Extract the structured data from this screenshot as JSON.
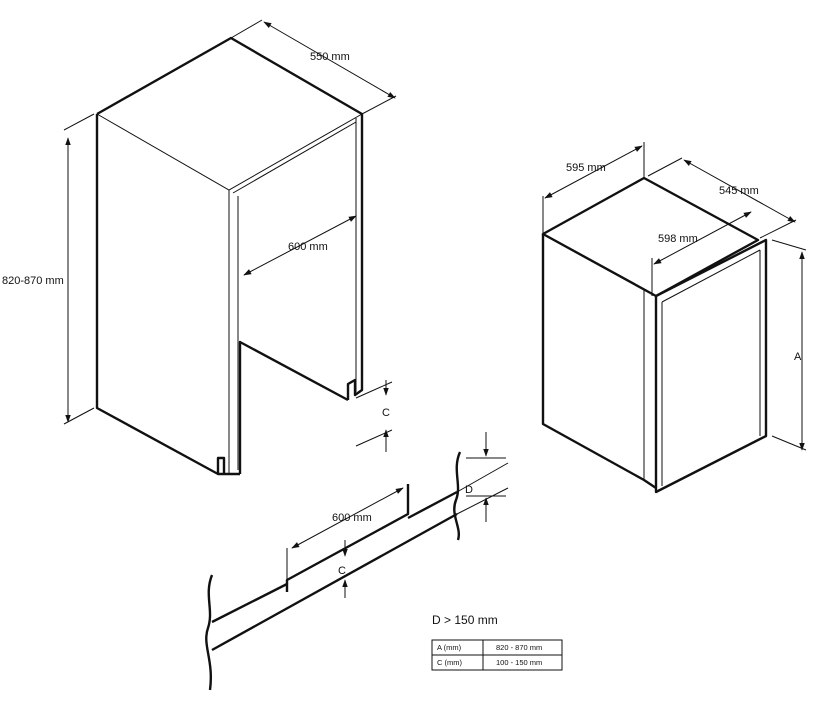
{
  "dimensions": {
    "niche_depth": "550 mm",
    "niche_height": "820-870 mm",
    "niche_width": "600 mm",
    "plinth_gap": "C",
    "appliance_width": "595 mm",
    "appliance_depth": "545 mm",
    "door_width": "598 mm",
    "appliance_height": "A",
    "plinth_cutout_width": "600 mm",
    "plinth_cutout_gap": "C",
    "plinth_depth": "D"
  },
  "condition": "D > 150 mm",
  "table": {
    "rows": [
      {
        "label": "A (mm)",
        "value": "820 - 870 mm"
      },
      {
        "label": "C (mm)",
        "value": "100 - 150 mm"
      }
    ]
  },
  "colors": {
    "line": "#111111",
    "background": "#ffffff"
  }
}
